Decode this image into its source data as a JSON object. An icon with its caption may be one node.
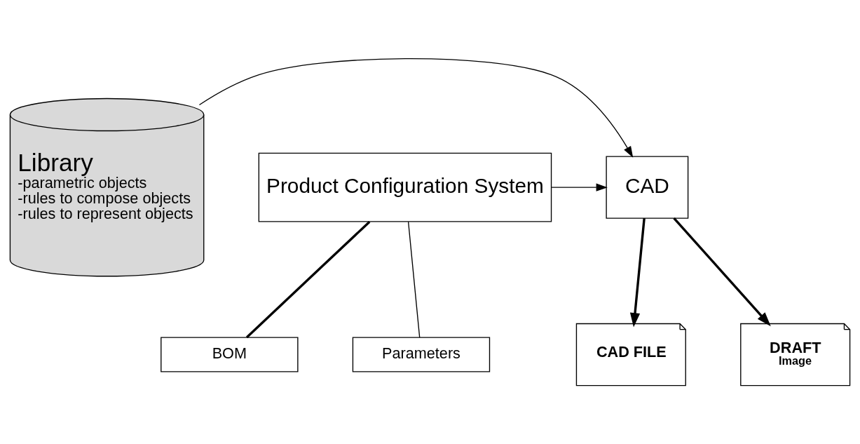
{
  "diagram": {
    "nodes": [
      {
        "text": [
          "Library",
          "-parametric objects",
          "-rules to compose objects",
          "-rules to represent objects"
        ]
      },
      {
        "text": [
          "CAD"
        ]
      },
      {
        "text": [
          "Product Configuration System"
        ]
      },
      {
        "text": [
          "BOM"
        ]
      },
      {
        "text": [
          "Parameters"
        ]
      },
      {
        "text": [
          "CAD FILE"
        ]
      },
      {
        "text": [
          "DRAFT",
          "Image"
        ]
      }
    ],
    "edges": [
      {
        "from": 0,
        "to": 1,
        "arrow": "to"
      },
      {
        "from": 2,
        "to": 1,
        "arrow": "to"
      },
      {
        "from": 1,
        "to": 5,
        "arrow": "to",
        "style": "thick"
      },
      {
        "from": 1,
        "to": 6,
        "arrow": "to",
        "style": "thick"
      },
      {
        "from": 2,
        "to": 3,
        "arrow": "none",
        "style": "thick"
      },
      {
        "from": 2,
        "to": 4,
        "arrow": "none"
      }
    ]
  }
}
